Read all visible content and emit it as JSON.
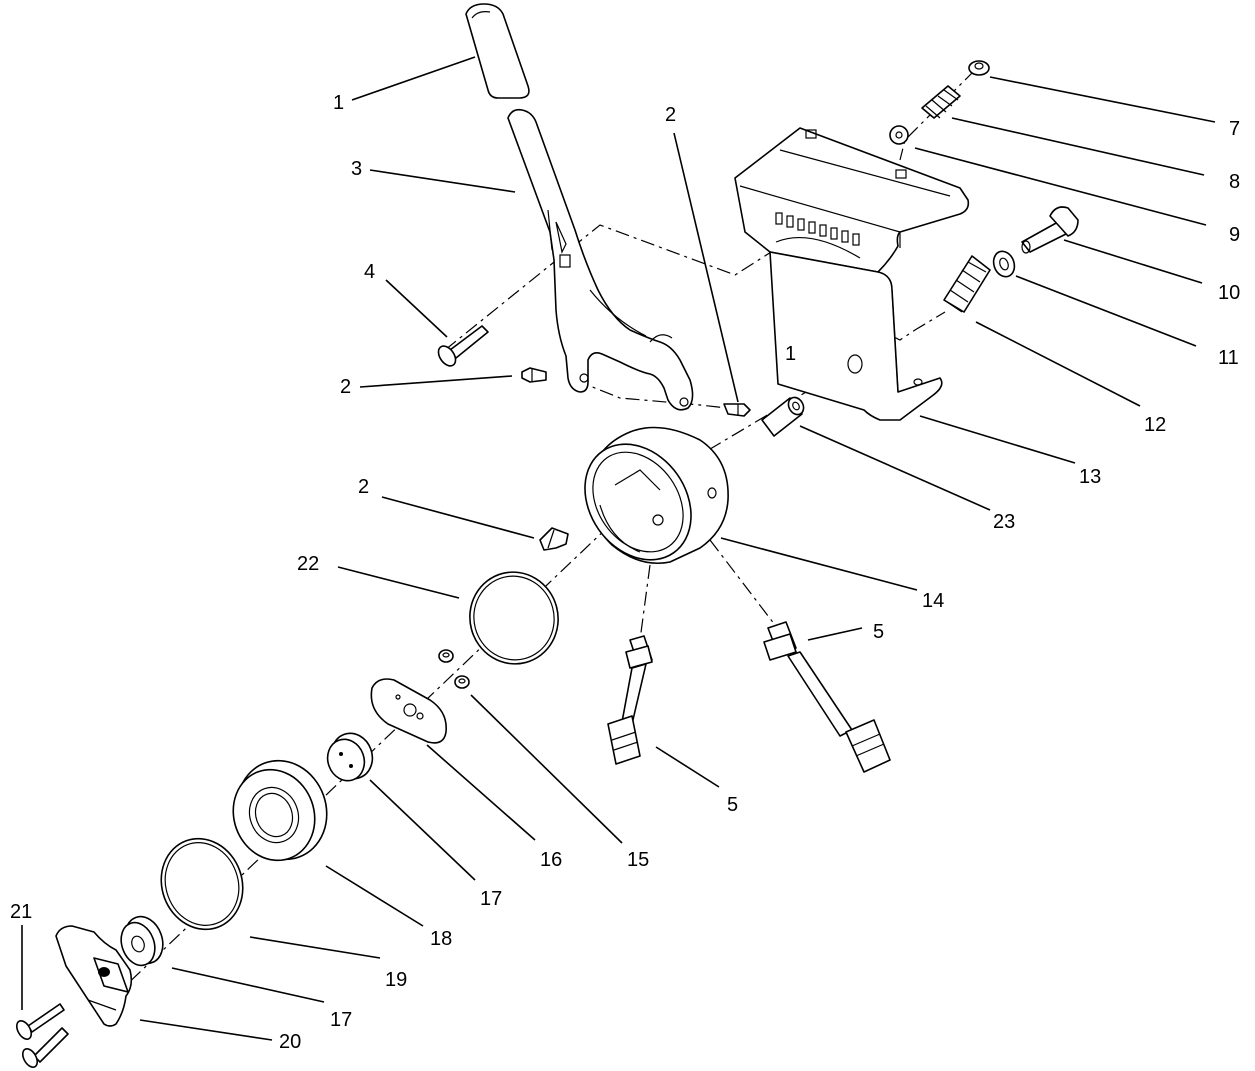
{
  "callouts": [
    {
      "id": "c1",
      "label": "1"
    },
    {
      "id": "c2a",
      "label": "2"
    },
    {
      "id": "c2b",
      "label": "2"
    },
    {
      "id": "c2c",
      "label": "2"
    },
    {
      "id": "c3",
      "label": "3"
    },
    {
      "id": "c4",
      "label": "4"
    },
    {
      "id": "c5a",
      "label": "5"
    },
    {
      "id": "c5b",
      "label": "5"
    },
    {
      "id": "c7",
      "label": "7"
    },
    {
      "id": "c8",
      "label": "8"
    },
    {
      "id": "c9",
      "label": "9"
    },
    {
      "id": "c10",
      "label": "10"
    },
    {
      "id": "c11",
      "label": "11"
    },
    {
      "id": "c12",
      "label": "12"
    },
    {
      "id": "c13",
      "label": "13"
    },
    {
      "id": "c14",
      "label": "14"
    },
    {
      "id": "c15",
      "label": "15"
    },
    {
      "id": "c16",
      "label": "16"
    },
    {
      "id": "c17a",
      "label": "17"
    },
    {
      "id": "c17b",
      "label": "17"
    },
    {
      "id": "c18",
      "label": "18"
    },
    {
      "id": "c19",
      "label": "19"
    },
    {
      "id": "c20",
      "label": "20"
    },
    {
      "id": "c21",
      "label": "21"
    },
    {
      "id": "c22",
      "label": "22"
    },
    {
      "id": "c23",
      "label": "23"
    }
  ],
  "bracket_marking": "1"
}
